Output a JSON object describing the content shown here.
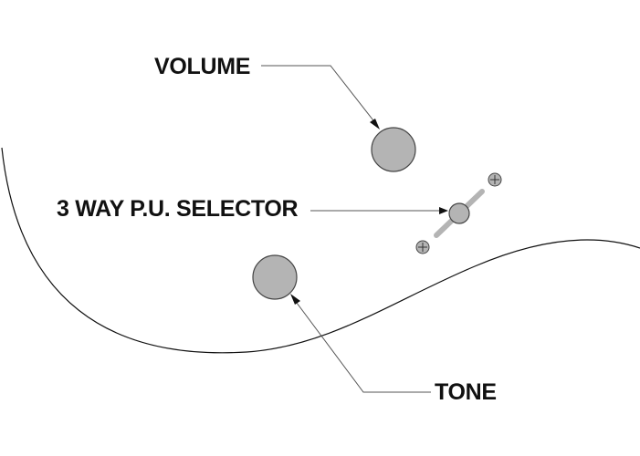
{
  "diagram": {
    "labels": {
      "volume": "VOLUME",
      "selector": "3 WAY P.U. SELECTOR",
      "tone": "TONE"
    },
    "colors": {
      "knob_fill": "#b4b4b4",
      "outline": "#444444",
      "line": "#111111",
      "leader": "#555555"
    }
  }
}
